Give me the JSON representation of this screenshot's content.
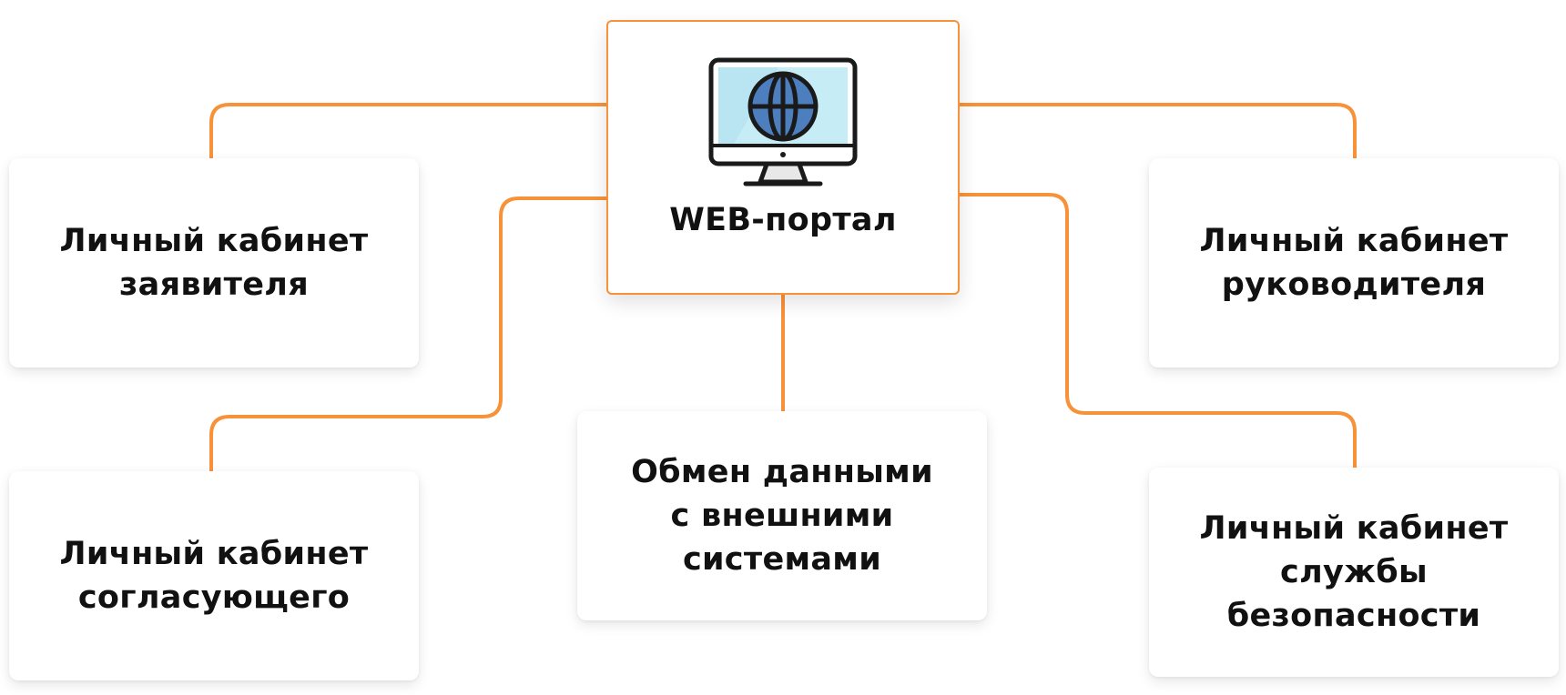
{
  "center": {
    "label": "WEB-портал",
    "icon": "globe-monitor-icon"
  },
  "nodes": {
    "applicant": "Личный кабинет\nзаявителя",
    "manager": "Личный кабинет\nруководителя",
    "approver": "Личный кабинет\nсогласующего",
    "exchange": "Обмен данными\nс внешними\nсистемами",
    "security": "Личный кабинет\nслужбы\nбезопасности"
  },
  "colors": {
    "connector": "#f7923a",
    "center_border": "#f7923a",
    "screen": "#c6ecf5",
    "globe": "#4d7fbf",
    "outline": "#1a1a1a"
  }
}
